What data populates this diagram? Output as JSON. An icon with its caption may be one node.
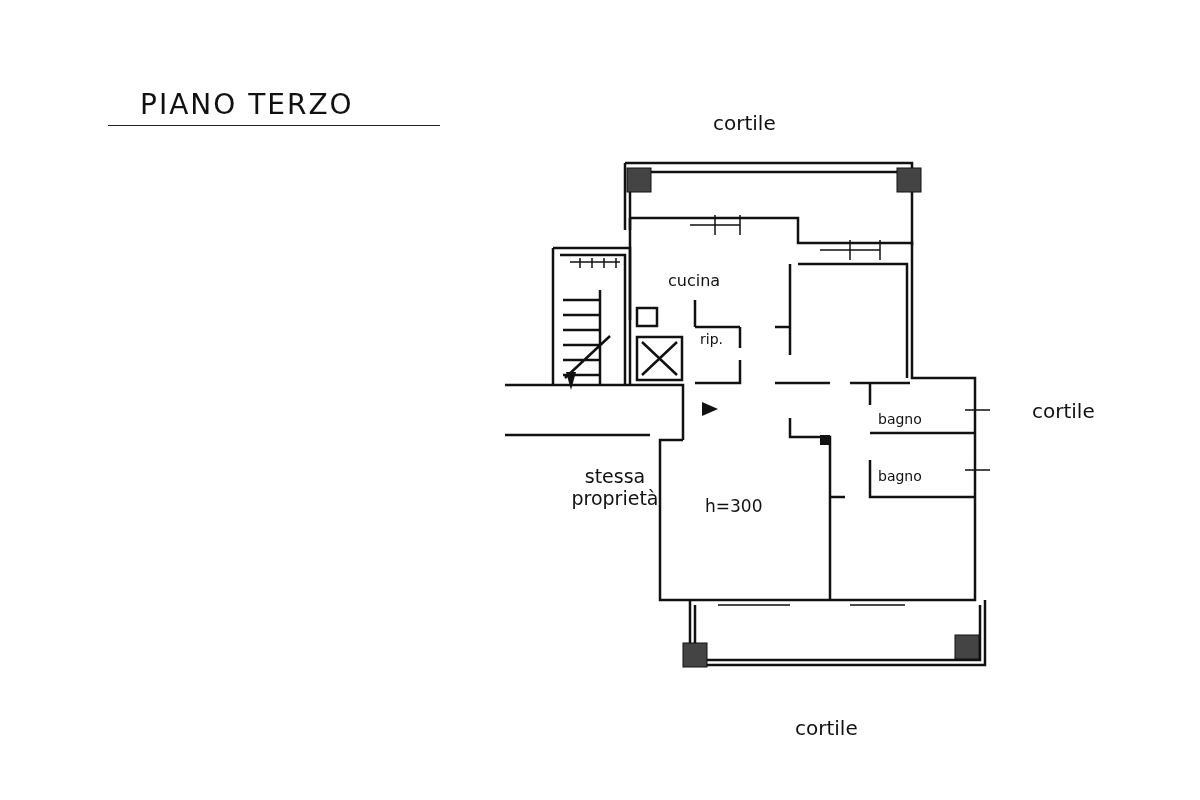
{
  "diagram": {
    "title": "PIANO TERZO",
    "labels": [
      "cortile",
      "cucina",
      "rip.",
      "bagno",
      "cortile",
      "bagno",
      "stessa proprietà",
      "h=300",
      "cortile"
    ]
  }
}
